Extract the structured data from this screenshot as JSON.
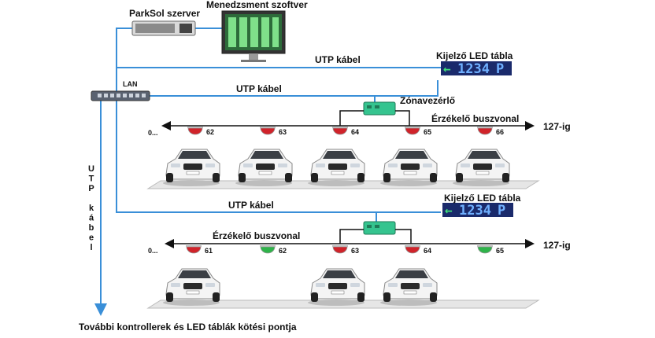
{
  "labels": {
    "server": "ParkSol szerver",
    "software": "Menedzsment szoftver",
    "lan": "LAN",
    "utp_top": "UTP kábel",
    "utp_mid": "UTP kábel",
    "utp_low": "UTP kábel",
    "utp_vertical": [
      "U",
      "T",
      "P",
      "",
      "k",
      "á",
      "b",
      "e",
      "l"
    ],
    "led_top": "Kijelző LED tábla",
    "led_low": "Kijelző LED tábla",
    "zone_controller": "Zónavezérlő",
    "bus_top": "Érzékelő buszvonal",
    "bus_low": "Érzékelő buszvonal",
    "ellipsis_top": "0...",
    "ellipsis_low": "0...",
    "end_top": "127-ig",
    "end_low": "127-ig",
    "footer": "További kontrollerek és LED táblák kötési pontja"
  },
  "led_display": {
    "arrow": "←",
    "digits": "1234",
    "letter": "P"
  },
  "sensors_top": [
    {
      "num": "62",
      "state": "red"
    },
    {
      "num": "63",
      "state": "red"
    },
    {
      "num": "64",
      "state": "red"
    },
    {
      "num": "65",
      "state": "red"
    },
    {
      "num": "66",
      "state": "red"
    }
  ],
  "sensors_low": [
    {
      "num": "61",
      "state": "red"
    },
    {
      "num": "62",
      "state": "green"
    },
    {
      "num": "63",
      "state": "red"
    },
    {
      "num": "64",
      "state": "red"
    },
    {
      "num": "65",
      "state": "green"
    }
  ],
  "parking_top": [
    "occupied",
    "occupied",
    "occupied",
    "occupied",
    "occupied"
  ],
  "parking_low": [
    "occupied",
    "empty",
    "occupied",
    "occupied",
    "empty"
  ],
  "colors": {
    "cable": "#3a8fd8",
    "bus": "#111111",
    "led_bg": "#1a2a6b",
    "led_fg": "#6fb0ff",
    "sensor_red": "#d0232a",
    "sensor_green": "#2fb34a",
    "controller": "#35c48f"
  }
}
